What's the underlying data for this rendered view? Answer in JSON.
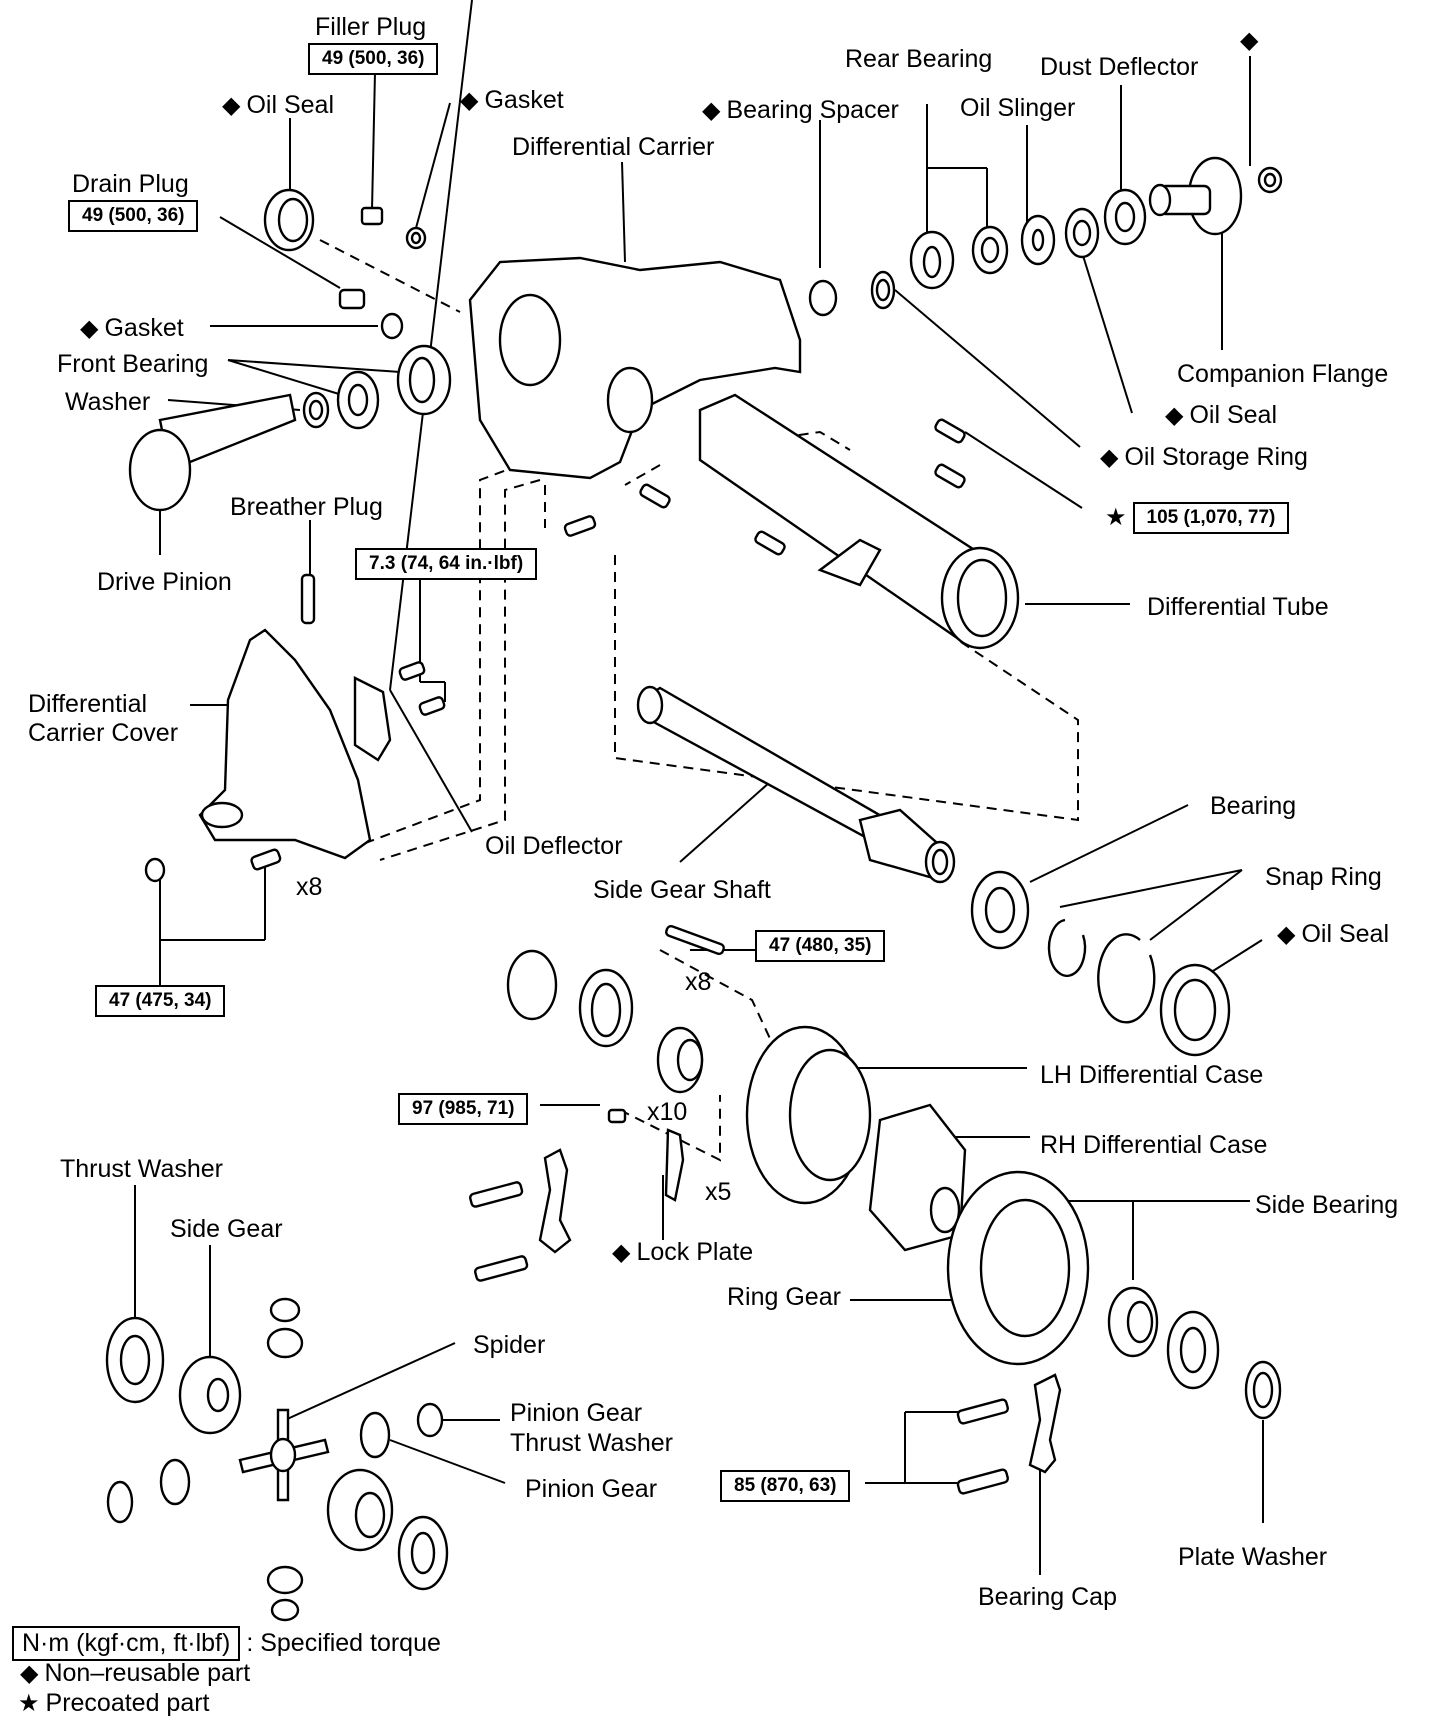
{
  "title": "Differential assembly exploded view",
  "labels": {
    "filler_plug": "Filler Plug",
    "oil_seal_front": "Oil Seal",
    "gasket_filler": "Gasket",
    "differential_carrier": "Differential Carrier",
    "drain_plug": "Drain Plug",
    "gasket_drain": "Gasket",
    "front_bearing": "Front Bearing",
    "washer": "Washer",
    "drive_pinion": "Drive Pinion",
    "bearing_spacer": "Bearing Spacer",
    "rear_bearing": "Rear Bearing",
    "oil_slinger": "Oil Slinger",
    "dust_deflector": "Dust Deflector",
    "companion_flange": "Companion Flange",
    "oil_seal_rear": "Oil Seal",
    "oil_storage_ring": "Oil Storage Ring",
    "breather_plug": "Breather Plug",
    "differential_tube": "Differential Tube",
    "differential_carrier_cover_1": "Differential",
    "differential_carrier_cover_2": "Carrier Cover",
    "oil_deflector": "Oil Deflector",
    "side_gear_shaft": "Side Gear Shaft",
    "bearing": "Bearing",
    "snap_ring": "Snap Ring",
    "oil_seal_tube": "Oil Seal",
    "lh_differential_case": "LH Differential Case",
    "rh_differential_case": "RH Differential Case",
    "thrust_washer": "Thrust Washer",
    "side_gear": "Side Gear",
    "lock_plate": "Lock Plate",
    "ring_gear": "Ring Gear",
    "side_bearing": "Side Bearing",
    "spider": "Spider",
    "pinion_gear_thrust_washer_1": "Pinion Gear",
    "pinion_gear_thrust_washer_2": "Thrust Washer",
    "pinion_gear": "Pinion Gear",
    "plate_washer": "Plate Washer",
    "bearing_cap": "Bearing Cap"
  },
  "torques": {
    "filler_plug": "49 (500, 36)",
    "drain_plug": "49 (500, 36)",
    "tube_bolts": "105 (1,070, 77)",
    "oil_deflector": "7.3 (74, 64 in.·lbf)",
    "cover_bolts": "47 (475, 34)",
    "case_bolts": "47 (480, 35)",
    "ring_gear_bolts": "97 (985, 71)",
    "bearing_cap_bolts": "85 (870, 63)"
  },
  "quantities": {
    "cover_bolts": "x8",
    "case_bolts": "x8",
    "ring_gear_bolts": "x10",
    "lock_plates": "x5"
  },
  "symbols": {
    "non_reusable": "◆",
    "precoated": "★"
  },
  "legend": {
    "torque_unit": "N·m (kgf·cm, ft·lbf)",
    "torque_desc": ": Specified torque",
    "non_reusable": "Non–reusable part",
    "precoated": "Precoated part"
  }
}
